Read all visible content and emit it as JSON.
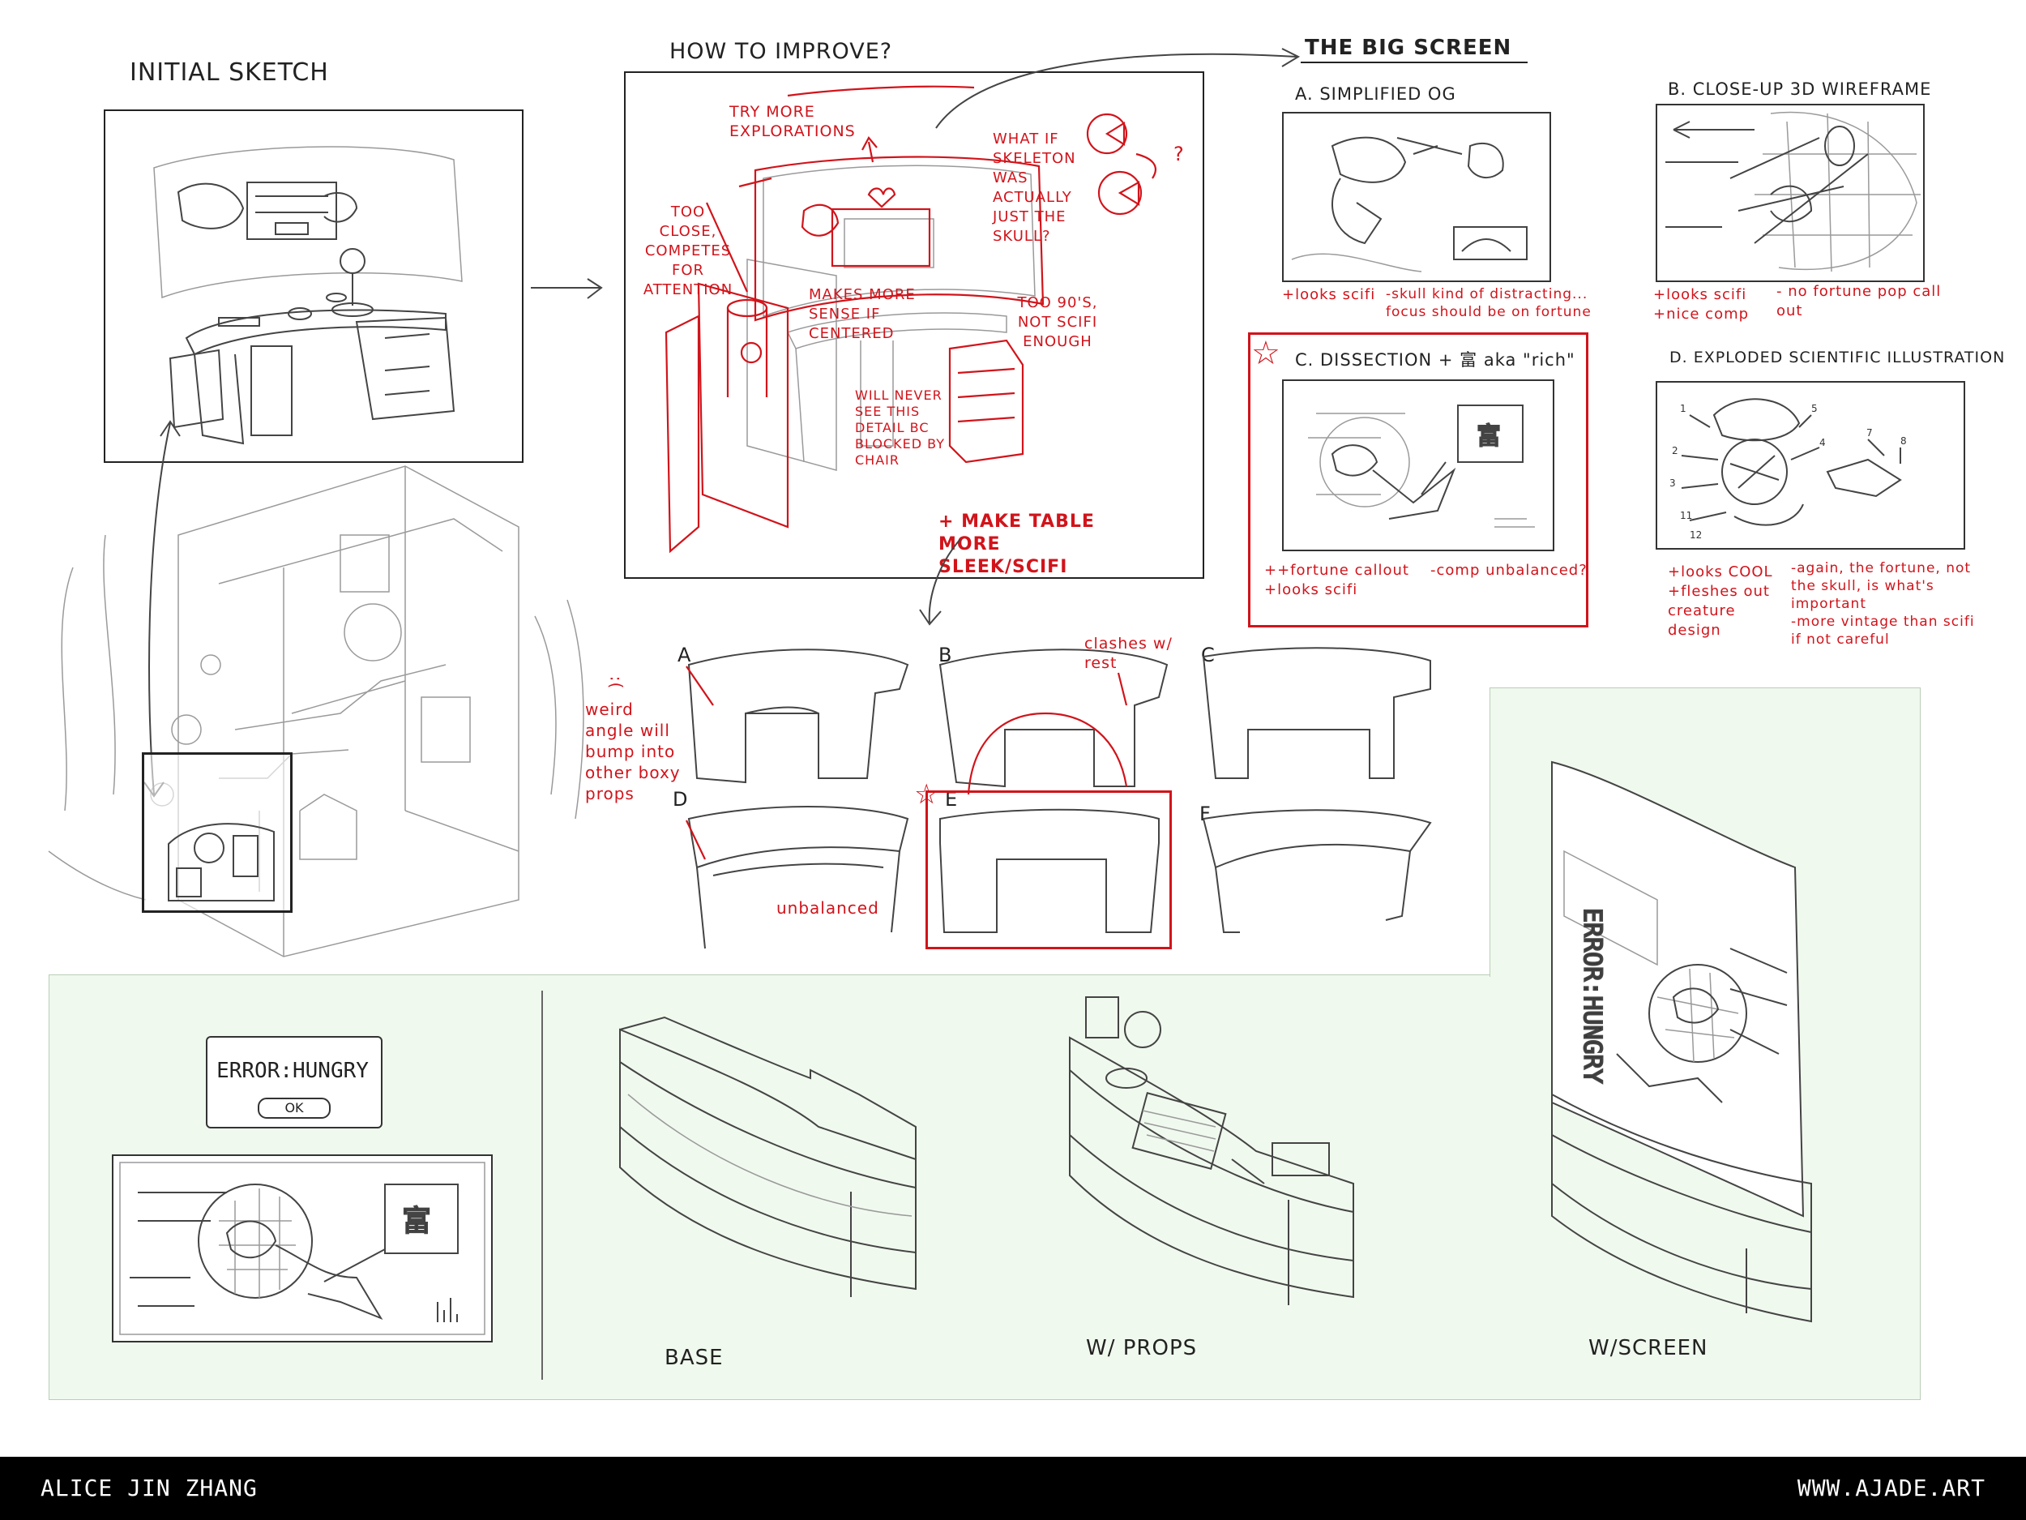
{
  "headings": {
    "initial_sketch": "INITIAL SKETCH",
    "how_to_improve": "HOW TO IMPROVE?",
    "big_screen": "THE BIG SCREEN"
  },
  "improve_notes": {
    "explorations": "TRY MORE EXPLORATIONS",
    "skeleton": "WHAT IF SKELETON WAS ACTUALLY JUST THE SKULL?",
    "too_close": "TOO CLOSE, COMPETES FOR ATTENTION",
    "centered": "MAKES MORE SENSE IF CENTERED",
    "too_90s": "TOO 90'S, NOT SCIFI ENOUGH",
    "never_see": "WILL NEVER SEE THIS DETAIL BC BLOCKED BY CHAIR",
    "question": "?",
    "table": "+ MAKE TABLE MORE SLEEK/SCIFI"
  },
  "screen_options": [
    {
      "id": "A",
      "title": "A. SIMPLIFIED OG",
      "pros": "+looks scifi",
      "cons": "-skull kind of distracting... focus should be on fortune"
    },
    {
      "id": "B",
      "title": "B. CLOSE-UP 3D WIREFRAME",
      "pros": "+looks scifi\n+nice comp",
      "cons": "- no fortune pop call out"
    },
    {
      "id": "C",
      "title": "C. DISSECTION + 富 aka \"rich\"",
      "pros": "++fortune callout\n+looks scifi",
      "cons": "-comp unbalanced?"
    },
    {
      "id": "D",
      "title": "D. EXPLODED SCIENTIFIC ILLUSTRATION",
      "pros": "+looks COOL\n+fleshes out creature design",
      "cons": "-again, the fortune, not the skull, is what's important\n-more vintage than scifi if not careful"
    }
  ],
  "screen_labels": {
    "sketch_error": "ERROR HUNGRY OK",
    "fortune_glyph": "富",
    "callout_numbers": [
      "1",
      "2",
      "3",
      "4",
      "5",
      "7",
      "8",
      "11",
      "12"
    ]
  },
  "desk_options": [
    {
      "id": "A",
      "note": "weird angle will bump into other boxy props"
    },
    {
      "id": "B",
      "note": "clashes w/ rest"
    },
    {
      "id": "C",
      "note": ""
    },
    {
      "id": "D",
      "note": "unbalanced"
    },
    {
      "id": "E",
      "note": ""
    },
    {
      "id": "F",
      "note": ""
    }
  ],
  "desk_marks": {
    "a_mark": ":(",
    "e_star": "☆"
  },
  "final": {
    "error_label": "ERROR:HUNGRY",
    "ok_label": "OK",
    "screen_text": "ERROR:HUNGRY",
    "screen_glyph": "富",
    "stages": [
      "BASE",
      "W/ PROPS",
      "W/SCREEN"
    ]
  },
  "footer": {
    "left": "ALICE JIN ZHANG",
    "right": "WWW.AJADE.ART"
  },
  "colors": {
    "accent_red": "#d1141b",
    "panel_green": "#f0f9ee",
    "footer": "#000000"
  }
}
